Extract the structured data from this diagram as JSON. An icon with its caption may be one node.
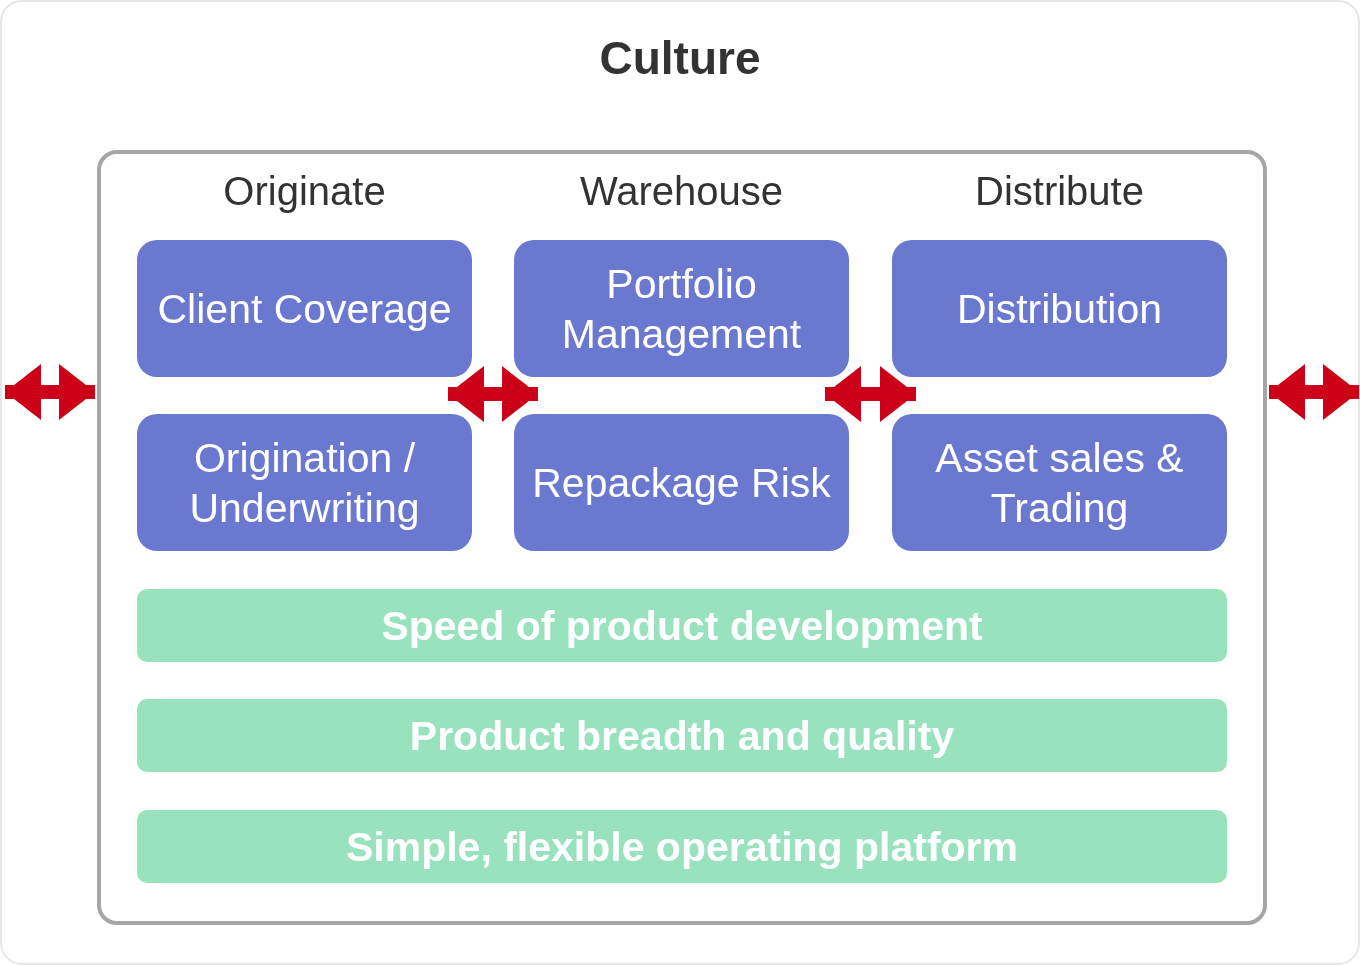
{
  "diagram": {
    "title": "Culture",
    "nodes": [
      {
        "text": [],
        "shape": "box"
      },
      {
        "text": [
          "Client Coverage"
        ],
        "in": 0
      },
      {
        "text": [
          "Origination / Underwriting"
        ],
        "in": 0
      },
      {
        "text": [
          "Portfolio Management"
        ],
        "in": 0
      },
      {
        "text": [
          "Repackage Risk"
        ],
        "in": 0
      },
      {
        "text": [
          "Distribution"
        ],
        "in": 0
      },
      {
        "text": [
          "Asset sales & Trading"
        ],
        "in": 0
      },
      {
        "text": [
          "Speed of product development"
        ],
        "in": 0
      },
      {
        "text": [
          "Product breadth and quality"
        ],
        "in": 0
      },
      {
        "text": [
          "Simple, flexible operating platform"
        ],
        "in": 0
      }
    ],
    "edges": [
      {
        "from": null,
        "to": 0,
        "arrow": "both"
      },
      {
        "from": 1,
        "to": 3,
        "arrow": "both"
      },
      {
        "from": 3,
        "to": 5,
        "arrow": "both"
      },
      {
        "from": 0,
        "to": null,
        "arrow": "both"
      }
    ],
    "labels": [
      "Originate",
      "Warehouse",
      "Distribute"
    ]
  }
}
